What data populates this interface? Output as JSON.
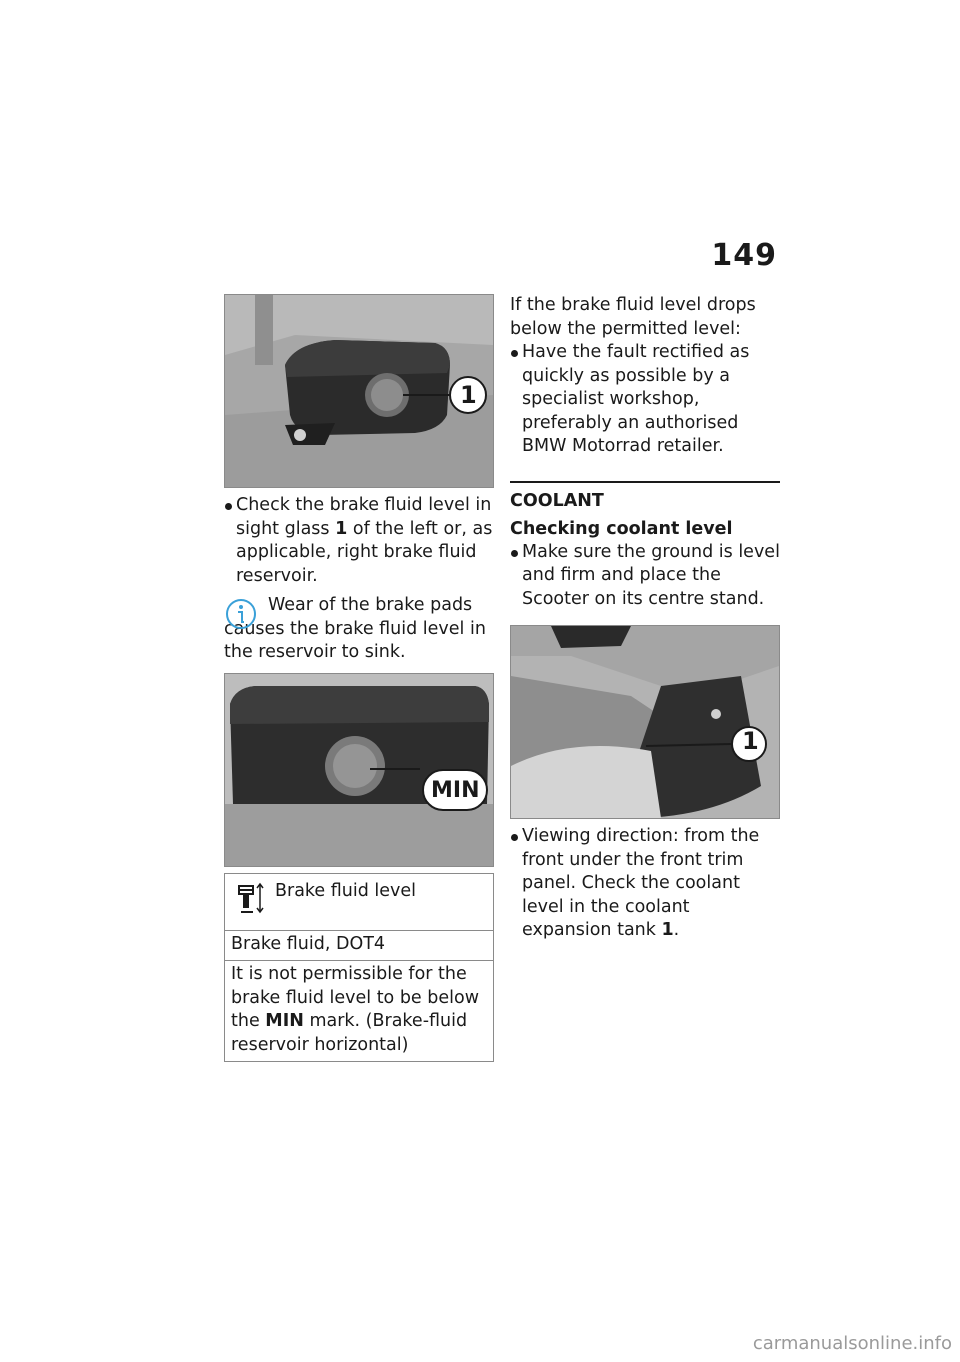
{
  "page_number": "149",
  "left": {
    "photo1_callout": "1",
    "bullet1": {
      "a": "Check the brake fluid level in sight glass ",
      "bold": "1",
      "b": " of the left or, as applicable, right brake fluid reservoir."
    },
    "note": "Wear of the brake pads causes the brake fluid level in the reservoir to sink.",
    "photo2_callout": "MIN",
    "spec": {
      "title": "Brake fluid level",
      "row1": "Brake fluid, DOT4",
      "row2": {
        "a": "It is not permissible for the brake fluid level to be below the ",
        "bold": "MIN",
        "b": " mark. (Brake-fluid reservoir horizontal)"
      }
    }
  },
  "right": {
    "intro": "If the brake fluid level drops below the permitted level:",
    "bullet1": "Have the fault rectified as quickly as possible by a specialist workshop, preferably an authorised BMW Motorrad retailer.",
    "section_title": "COOLANT",
    "sub_title": "Checking coolant level",
    "bullet2": "Make sure the ground is level and firm and place the Scooter on its centre stand.",
    "photo3_callout": "1",
    "bullet3": {
      "a": "Viewing direction: from the front under the front trim panel. Check the coolant level in the coolant expansion tank ",
      "bold": "1",
      "b": "."
    }
  },
  "footer": "carmanualsonline.info",
  "colors": {
    "text": "#1a1a1a",
    "rule": "#1a1a1a",
    "border": "#8a8a8a"
  },
  "icons": [
    "info-icon",
    "fluid-level-icon"
  ]
}
